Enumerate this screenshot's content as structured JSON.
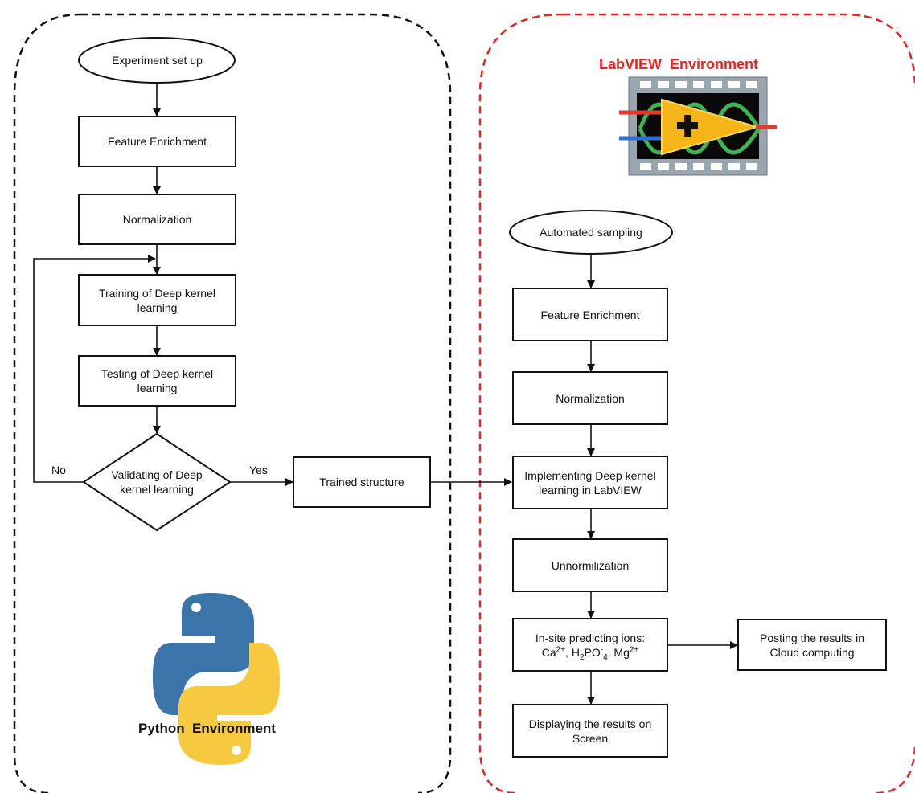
{
  "python_env": {
    "title": "Python  Environment",
    "border_color": "#111111",
    "logo": "python-logo",
    "logo_colors": {
      "blue": "#3b74a8",
      "yellow": "#f7c93e"
    },
    "nodes": {
      "experiment_setup": "Experiment set up",
      "feature_enrichment": "Feature Enrichment",
      "normalization": "Normalization",
      "training": "Training of Deep kernel learning",
      "testing": "Testing of Deep kernel learning",
      "validating": "Validating of Deep kernel learning",
      "trained_structure": "Trained structure"
    },
    "edge_labels": {
      "no": "No",
      "yes": "Yes"
    }
  },
  "labview_env": {
    "title": "LabVIEW  Environment",
    "title_color": "#e52421",
    "border_color": "#e52421",
    "logo": "labview-logo",
    "nodes": {
      "automated_sampling": "Automated sampling",
      "feature_enrichment": "Feature Enrichment",
      "normalization": "Normalization",
      "implementing": "Implementing Deep kernel learning in LabVIEW",
      "unnormalization": "Unnormilization",
      "predicting": {
        "line1": "In-site predicting ions:",
        "ion1": "Ca",
        "ion1_charge": "2+",
        "ion2_a": "H",
        "ion2_sub1": "2",
        "ion2_b": "PO",
        "ion2_sup": "-",
        "ion2_sub2": "4",
        "ion3": "Mg",
        "ion3_charge": "2+"
      },
      "displaying": "Displaying the results on Screen",
      "posting": "Posting the results in Cloud computing"
    }
  }
}
